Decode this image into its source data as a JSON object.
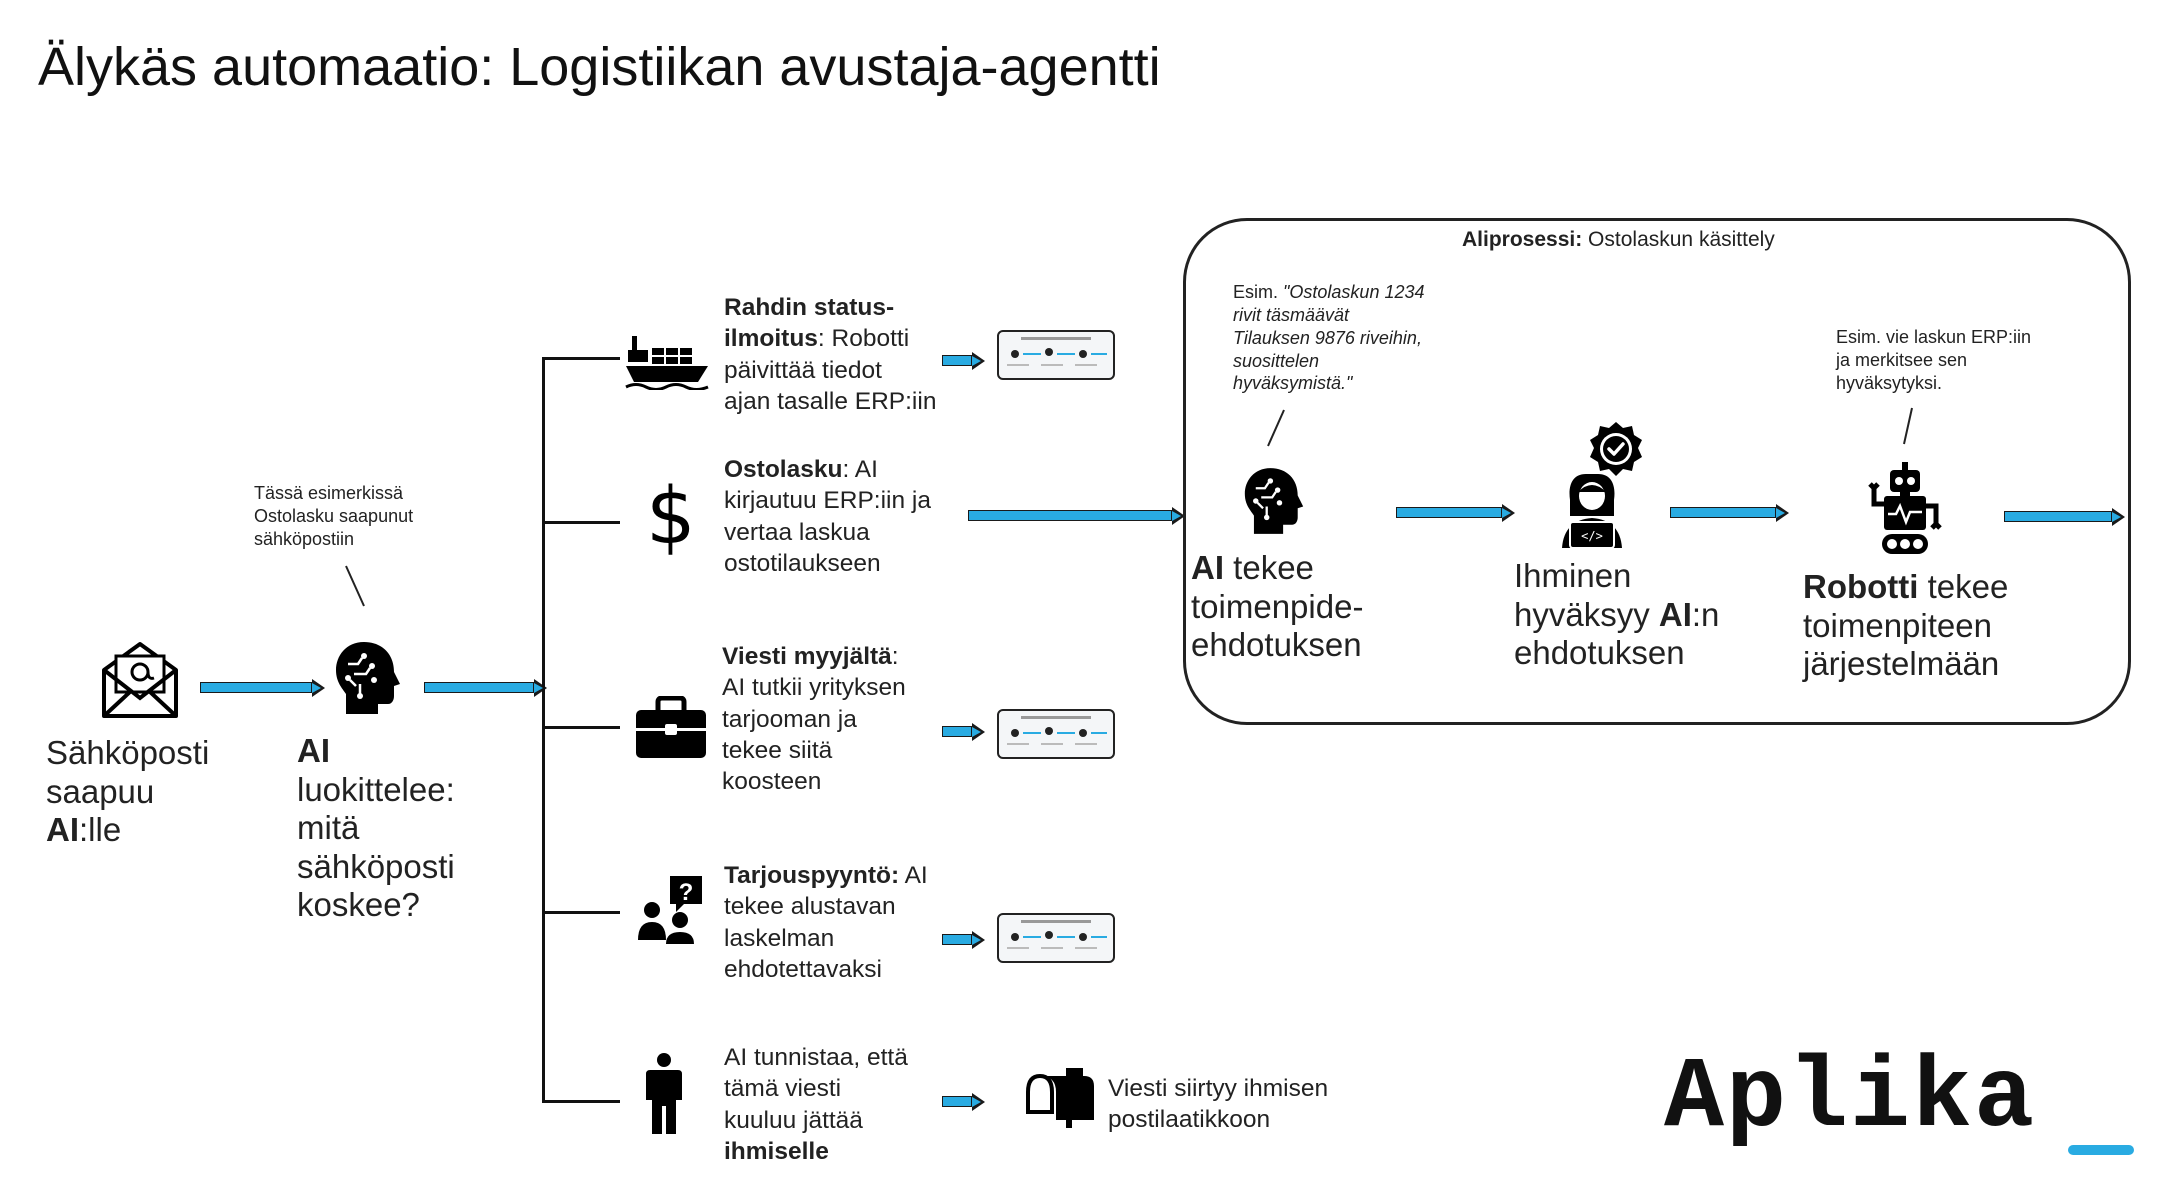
{
  "title": "Älykäs automaatio: Logistiikan avustaja-agentti",
  "colors": {
    "accent": "#29abe2",
    "ink": "#111111"
  },
  "email_step": {
    "l1": "Sähköposti",
    "l2": "saapuu",
    "bold": "AI",
    "rest": ":lle",
    "icon": "email-envelope-icon"
  },
  "ai_classify": {
    "bold": "AI",
    "l2": "luokittelee:",
    "l3": "mitä",
    "l4": "sähköposti",
    "l5": "koskee?",
    "icon": "ai-head-icon"
  },
  "example_note": {
    "l1": "Tässä esimerkissä",
    "l2": "Ostolasku saapunut",
    "l3": "sähköpostiin"
  },
  "branches": {
    "freight": {
      "bold1": "Rahdin status-",
      "bold2": "ilmoitus",
      "rest2": ": Robotti",
      "l3": "päivittää tiedot",
      "l4": "ajan tasalle ERP:iin",
      "icon": "cargo-ship-icon"
    },
    "invoice": {
      "bold": "Ostolasku",
      "rest1": ": AI",
      "l2": "kirjautuu ERP:iin ja",
      "l3": "vertaa laskua",
      "l4": "ostotilaukseen",
      "icon": "dollar-icon"
    },
    "seller": {
      "bold": "Viesti myyjältä",
      "rest1": ":",
      "l2": "AI tutkii yrityksen",
      "l3": "tarjooman ja",
      "l4": "tekee siitä",
      "l5": "koosteen",
      "icon": "briefcase-icon"
    },
    "quote": {
      "bold": "Tarjouspyyntö:",
      "rest1": " AI",
      "l2": "tekee alustavan",
      "l3": "laskelman",
      "l4": "ehdotettavaksi",
      "icon": "people-question-icon"
    },
    "human": {
      "l1": "AI tunnistaa, että",
      "l2": "tämä viesti",
      "l3": "kuuluu jättää",
      "bold": "ihmiselle",
      "icon": "person-icon"
    }
  },
  "mailbox": {
    "l1": "Viesti siirtyy ihmisen",
    "l2": "postilaatikkoon",
    "icon": "mailbox-icon"
  },
  "subprocess": {
    "title_bold": "Aliprosessi:",
    "title_rest": " Ostolaskun käsittely",
    "note1": {
      "prefix": "Esim. ",
      "l1": "\"Ostolaskun 1234",
      "l2": "rivit täsmäävät",
      "l3": "Tilauksen 9876 riveihin,",
      "l4": "suosittelen",
      "l5": "hyväksymistä.\""
    },
    "note2": {
      "l1": "Esim. vie laskun ERP:iin",
      "l2": "ja merkitsee sen",
      "l3": "hyväksytyksi."
    },
    "step1": {
      "bold": "AI",
      "rest1": " tekee",
      "l2": "toimenpide-",
      "l3": "ehdotuksen",
      "icon": "ai-head-icon"
    },
    "step2": {
      "l1": "Ihminen",
      "l2_pre": "hyväksyy ",
      "bold": "AI",
      "l2_post": ":n",
      "l3": "ehdotuksen",
      "icon": "human-approver-icon"
    },
    "step3": {
      "bold": "Robotti",
      "rest1": " tekee",
      "l2": "toimenpiteen",
      "l3": "järjestelmään",
      "icon": "robot-icon"
    }
  },
  "logo": {
    "text": "Aplika"
  }
}
